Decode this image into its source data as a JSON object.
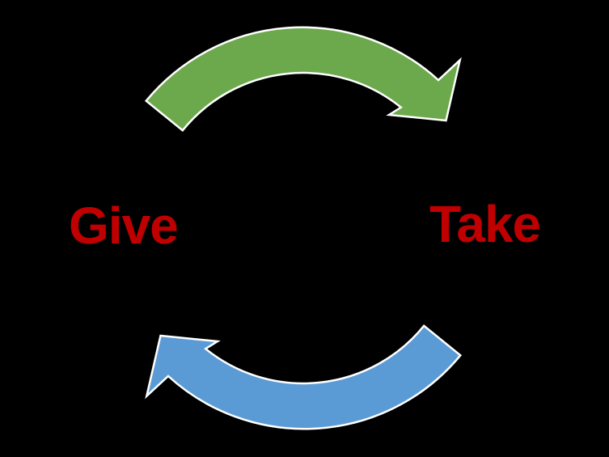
{
  "canvas": {
    "background_color": "#000000"
  },
  "diagram": {
    "type": "cycle",
    "labels": {
      "left": "Give",
      "right": "Take"
    },
    "label_color": "#C00000",
    "outline_color": "#FFFFFF",
    "arrows": [
      {
        "name": "top-clockwise-arrow",
        "position": "top",
        "direction": "left-to-right",
        "color": "#6CA94C"
      },
      {
        "name": "bottom-clockwise-arrow",
        "position": "bottom",
        "direction": "right-to-left",
        "color": "#5B9BD5"
      }
    ]
  }
}
